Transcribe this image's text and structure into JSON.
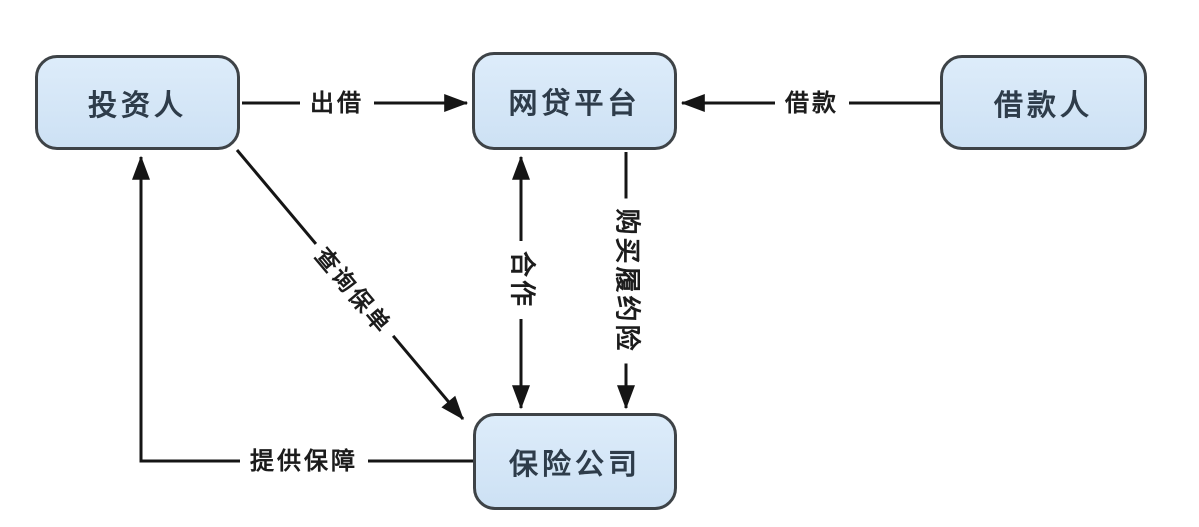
{
  "diagram": {
    "nodes": {
      "investor": {
        "label": "投资人"
      },
      "platform": {
        "label": "网贷平台"
      },
      "borrower": {
        "label": "借款人"
      },
      "insurer": {
        "label": "保险公司"
      }
    },
    "edges": {
      "lend": {
        "label": "出借",
        "from": "投资人",
        "to": "网贷平台",
        "direction": "one-way"
      },
      "borrow": {
        "label": "借款",
        "from": "借款人",
        "to": "网贷平台",
        "direction": "one-way"
      },
      "cooperate": {
        "label": "合作",
        "from": "网贷平台",
        "to": "保险公司",
        "direction": "two-way"
      },
      "buy_performance_insurance": {
        "label": "购买履约险",
        "from": "网贷平台",
        "to": "保险公司",
        "direction": "one-way"
      },
      "query_policy": {
        "label": "查询保单",
        "from": "投资人",
        "to": "保险公司",
        "direction": "one-way"
      },
      "provide_protection": {
        "label": "提供保障",
        "from": "保险公司",
        "to": "投资人",
        "direction": "one-way"
      }
    },
    "colors": {
      "node_fill": "#d3e5f6",
      "node_border": "#3e4347",
      "node_text": "#2e3c4a",
      "edge": "#151515",
      "background": "#ffffff"
    }
  }
}
